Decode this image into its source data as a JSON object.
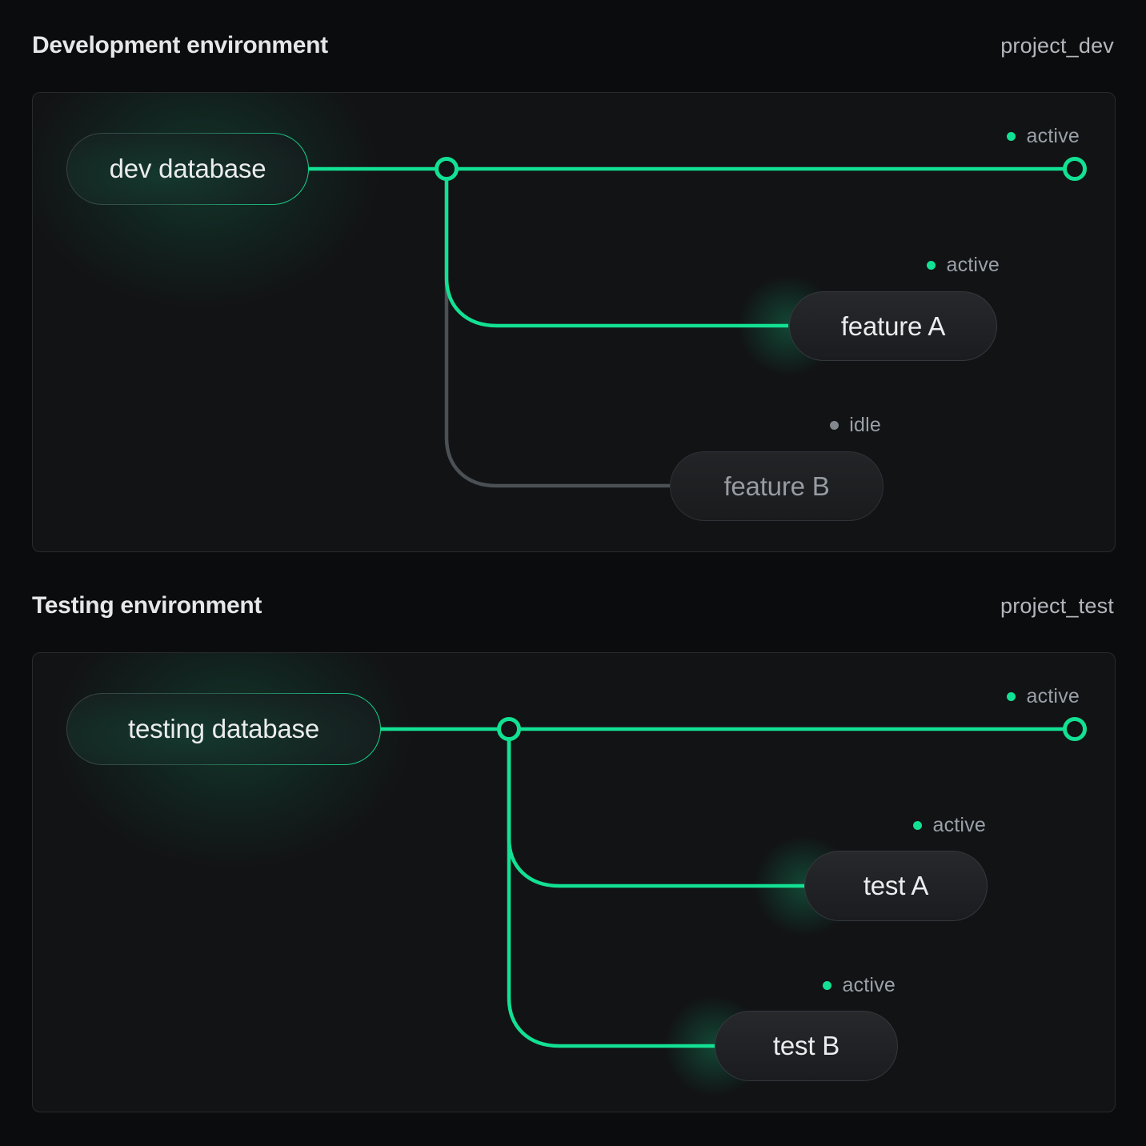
{
  "panels": [
    {
      "title": "Development environment",
      "project": "project_dev",
      "root_label": "dev database",
      "main_status": "active",
      "branches": [
        {
          "label": "feature A",
          "status": "active"
        },
        {
          "label": "feature B",
          "status": "idle"
        }
      ]
    },
    {
      "title": "Testing environment",
      "project": "project_test",
      "root_label": "testing database",
      "main_status": "active",
      "branches": [
        {
          "label": "test A",
          "status": "active"
        },
        {
          "label": "test B",
          "status": "active"
        }
      ]
    }
  ],
  "colors": {
    "accent_green": "#12e193",
    "idle_line": "#4b5055",
    "status_text": "#9aa0a8",
    "panel_background": "#121315",
    "page_background": "#0b0c0e"
  }
}
